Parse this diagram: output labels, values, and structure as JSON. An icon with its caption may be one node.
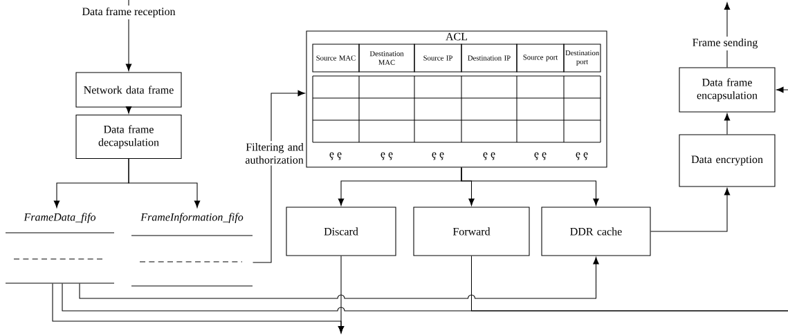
{
  "diagram": {
    "nodes": [
      {
        "text": [
          "Network data frame"
        ]
      },
      {
        "text": [
          "Data frame decapsulation"
        ]
      },
      {
        "text": [
          "FrameData_fifo"
        ]
      },
      {
        "text": [
          "FrameInformation_fifo"
        ]
      },
      {
        "text": [
          "ACL"
        ]
      },
      {
        "text": [
          "Source MAC"
        ],
        "in": 4
      },
      {
        "text": [
          "Destination MAC"
        ],
        "in": 4
      },
      {
        "text": [
          "Source IP"
        ],
        "in": 4
      },
      {
        "text": [
          "Destination IP"
        ],
        "in": 4
      },
      {
        "text": [
          "Source port"
        ],
        "in": 4
      },
      {
        "text": [
          "Destination port"
        ],
        "in": 4
      },
      {
        "text": [
          "Discard"
        ]
      },
      {
        "text": [
          "Forward"
        ]
      },
      {
        "text": [
          "DDR cache"
        ]
      },
      {
        "text": [
          "Data frame encapsulation"
        ]
      },
      {
        "text": [
          "Data encryption"
        ]
      }
    ],
    "edges": [
      {
        "from": null,
        "to": 0,
        "arrow": "to",
        "label": "Data frame reception"
      },
      {
        "from": 0,
        "to": 1,
        "arrow": "to"
      },
      {
        "from": 1,
        "to": 2,
        "arrow": "to"
      },
      {
        "from": 1,
        "to": 3,
        "arrow": "to"
      },
      {
        "from": 3,
        "to": 4,
        "arrow": "to",
        "label": "Filtering and authorization"
      },
      {
        "from": 4,
        "to": 11,
        "arrow": "to"
      },
      {
        "from": 4,
        "to": 12,
        "arrow": "to"
      },
      {
        "from": 4,
        "to": 13,
        "arrow": "to"
      },
      {
        "from": 13,
        "to": 15,
        "arrow": "to"
      },
      {
        "from": 15,
        "to": 14,
        "arrow": "to"
      },
      {
        "from": 14,
        "to": null,
        "arrow": "to",
        "label": "Frame sending"
      },
      {
        "from": null,
        "to": 14,
        "arrow": "to"
      },
      {
        "from": 2,
        "to": 13,
        "arrow": "to"
      },
      {
        "from": 2,
        "to": null,
        "arrow": "none"
      },
      {
        "from": 2,
        "to": null,
        "arrow": "to"
      },
      {
        "from": 11,
        "to": null,
        "arrow": "to"
      },
      {
        "from": 12,
        "to": null,
        "arrow": "none"
      }
    ],
    "labels": [
      "ȩ ȩ",
      "ȩ ȩ",
      "ȩ ȩ",
      "ȩ ȩ",
      "ȩ ȩ",
      "ȩ ȩ"
    ]
  }
}
